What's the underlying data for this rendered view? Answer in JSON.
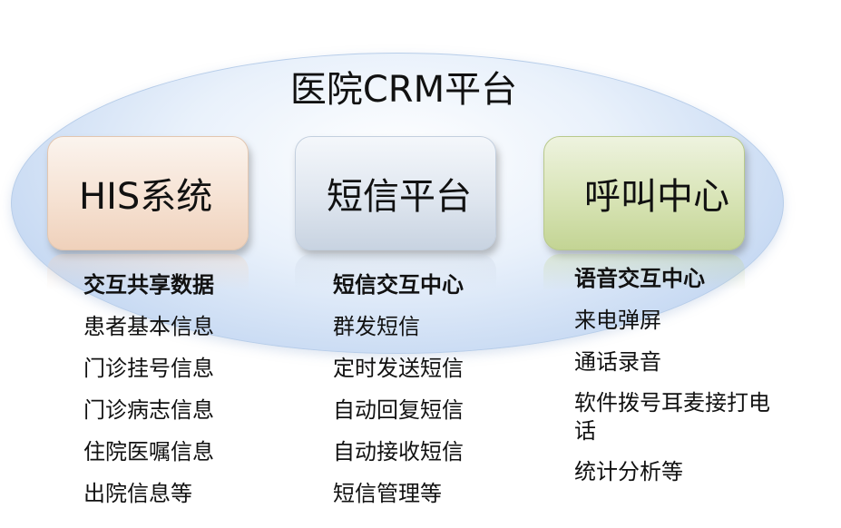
{
  "title": "医院CRM平台",
  "systems": [
    {
      "name": "HIS系统",
      "heading": "交互共享数据",
      "items": [
        "患者基本信息",
        "门诊挂号信息",
        "门诊病志信息",
        "住院医嘱信息",
        "出院信息等"
      ]
    },
    {
      "name": "短信平台",
      "heading": "短信交互中心",
      "items": [
        "群发短信",
        "定时发送短信",
        "自动回复短信",
        "自动接收短信",
        "短信管理等"
      ]
    },
    {
      "name": "呼叫中心",
      "heading": "语音交互中心",
      "items": [
        "来电弹屏",
        "通话录音",
        "软件拨号耳麦接打电话",
        "统计分析等"
      ]
    }
  ]
}
